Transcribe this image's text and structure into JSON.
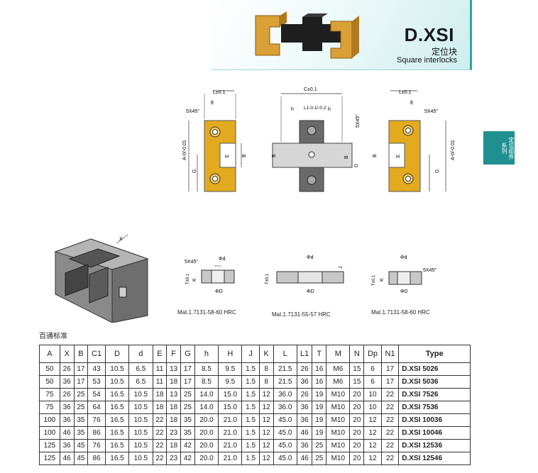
{
  "header": {
    "code": "D.XSI",
    "title_cn": "定位块",
    "title_en": "Square interlocks"
  },
  "side_tab": "定位组件系列",
  "drawing_labels": {
    "L_tol": "L±0.1",
    "C_tol": "C±0.1",
    "E": "E",
    "h": "h",
    "L1_tol": "L1-0.1/-0.2",
    "chamfer": "5X45°",
    "A_tol": "A-0/-0.01",
    "H": "H",
    "B": "B",
    "G": "G",
    "phi_d": "Φd",
    "phi_D": "ΦD",
    "T_tol": "T±0.1",
    "K": "K",
    "J": "J"
  },
  "materials": {
    "left": "Mat.1.7131-58-60 HRC",
    "middle": "Mat.1.7131-55-57 HRC",
    "right": "Mat.1.7131-58-60 HRC"
  },
  "table_title": "百通标准",
  "table": {
    "headers": [
      "A",
      "X",
      "B",
      "C1",
      "D",
      "d",
      "E",
      "F",
      "G",
      "h",
      "H",
      "J",
      "K",
      "L",
      "L1",
      "T",
      "M",
      "N",
      "Dp",
      "N1",
      "Type"
    ],
    "rows": [
      [
        "50",
        "26",
        "17",
        "43",
        "10.5",
        "6.5",
        "11",
        "13",
        "17",
        "8.5",
        "9.5",
        "1.5",
        "8",
        "21.5",
        "26",
        "16",
        "M6",
        "15",
        "6",
        "17",
        "D.XSI 5026"
      ],
      [
        "50",
        "36",
        "17",
        "53",
        "10.5",
        "6.5",
        "11",
        "18",
        "17",
        "8.5",
        "9.5",
        "1.5",
        "8",
        "21.5",
        "36",
        "16",
        "M6",
        "15",
        "6",
        "17",
        "D.XSI 5036"
      ],
      [
        "75",
        "26",
        "25",
        "54",
        "16.5",
        "10.5",
        "18",
        "13",
        "25",
        "14.0",
        "15.0",
        "1.5",
        "12",
        "36.0",
        "26",
        "19",
        "M10",
        "20",
        "10",
        "22",
        "D.XSI 7526"
      ],
      [
        "75",
        "36",
        "25",
        "64",
        "16.5",
        "10.5",
        "18",
        "18",
        "25",
        "14.0",
        "15.0",
        "1.5",
        "12",
        "36.0",
        "36",
        "19",
        "M10",
        "20",
        "10",
        "22",
        "D.XSI 7536"
      ],
      [
        "100",
        "36",
        "35",
        "76",
        "16.5",
        "10.5",
        "22",
        "18",
        "35",
        "20.0",
        "21.0",
        "1.5",
        "12",
        "45.0",
        "36",
        "19",
        "M10",
        "20",
        "12",
        "22",
        "D.XSI 10036"
      ],
      [
        "100",
        "46",
        "35",
        "86",
        "16.5",
        "10.5",
        "22",
        "23",
        "35",
        "20.0",
        "21.0",
        "1.5",
        "12",
        "45.0",
        "46",
        "19",
        "M10",
        "20",
        "12",
        "22",
        "D.XSI 10046"
      ],
      [
        "125",
        "36",
        "45",
        "76",
        "16.5",
        "10.5",
        "22",
        "18",
        "42",
        "20.0",
        "21.0",
        "1.5",
        "12",
        "45.0",
        "36",
        "25",
        "M10",
        "20",
        "12",
        "22",
        "D.XSI 12536"
      ],
      [
        "125",
        "46",
        "45",
        "86",
        "16.5",
        "10.5",
        "22",
        "23",
        "42",
        "20.0",
        "21.0",
        "1.5",
        "12",
        "45.0",
        "46",
        "25",
        "M10",
        "20",
        "12",
        "22",
        "D.XSI 12546"
      ]
    ]
  }
}
